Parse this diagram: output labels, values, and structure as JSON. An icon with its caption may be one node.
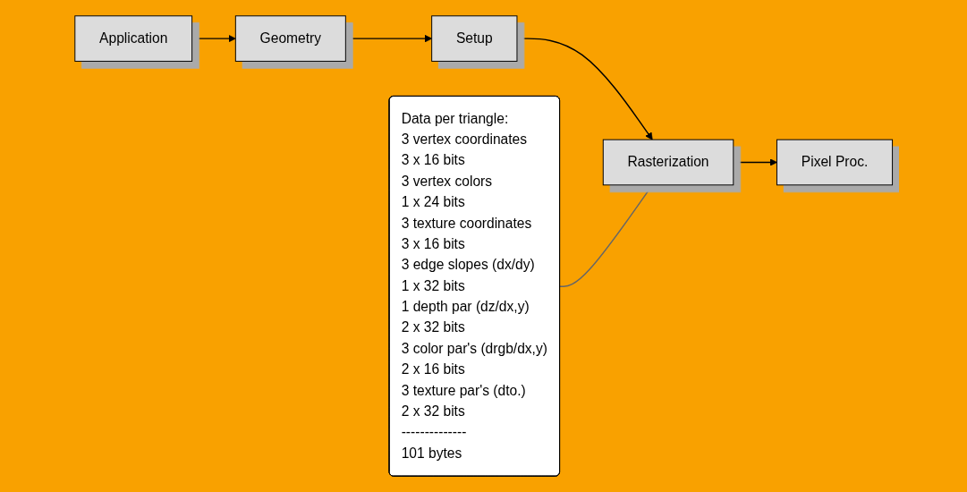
{
  "diagram": {
    "nodes": [
      {
        "text": [
          "Application"
        ]
      },
      {
        "text": [
          "Geometry"
        ]
      },
      {
        "text": [
          "Setup"
        ]
      },
      {
        "text": [
          "Rasterization"
        ]
      },
      {
        "text": [
          "Pixel Proc."
        ]
      },
      {
        "text": [
          "Data per triangle:",
          "3 vertex coordinates",
          "3 x 16 bits",
          "3 vertex colors",
          "1 x 24 bits",
          "3 texture coordinates",
          "3 x 16 bits",
          "3 edge slopes (dx/dy)",
          "1 x 32 bits",
          "1 depth par (dz/dx,y)",
          "2 x 32 bits",
          "3 color par's (drgb/dx,y)",
          "2 x 16 bits",
          "3 texture par's (dto.)",
          "2 x 32 bits",
          "--------------",
          "101 bytes"
        ]
      }
    ],
    "edges": [
      {
        "from": 0,
        "to": 1,
        "arrow": "to"
      },
      {
        "from": 1,
        "to": 2,
        "arrow": "to"
      },
      {
        "from": 2,
        "to": 3,
        "arrow": "to"
      },
      {
        "from": 3,
        "to": 4,
        "arrow": "to"
      },
      {
        "from": 5,
        "to": 3,
        "arrow": "none",
        "color": "#666666"
      }
    ]
  }
}
